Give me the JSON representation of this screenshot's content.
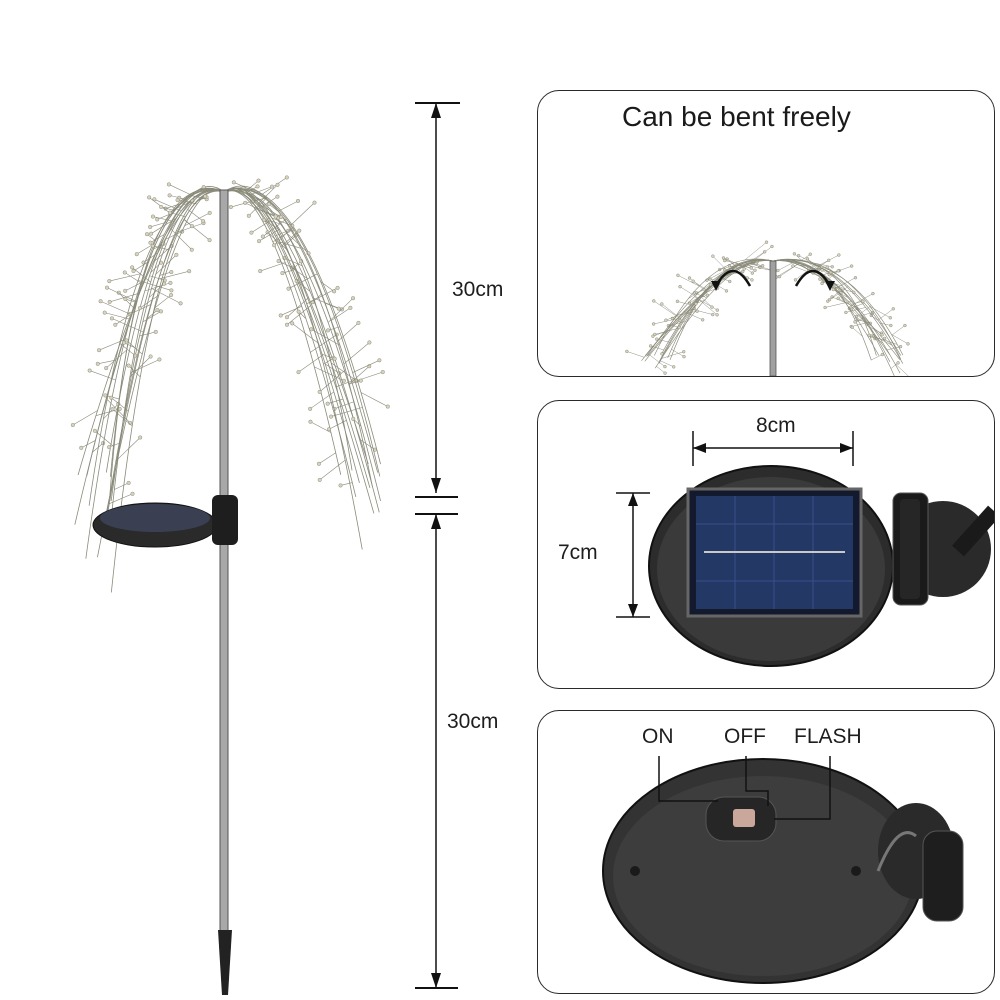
{
  "dimensions": {
    "top_length": "30cm",
    "bottom_length": "30cm"
  },
  "panel_bend": {
    "title": "Can be bent freely"
  },
  "panel_solar": {
    "width_label": "8cm",
    "height_label": "7cm"
  },
  "panel_switch": {
    "on_label": "ON",
    "off_label": "OFF",
    "flash_label": "FLASH"
  },
  "colors": {
    "wire": "#8a8a7a",
    "bulb": "#d8d4b8",
    "stake": "#9a9a9a",
    "solar_cell": "#1f2d52",
    "housing": "#2b2b2b"
  }
}
